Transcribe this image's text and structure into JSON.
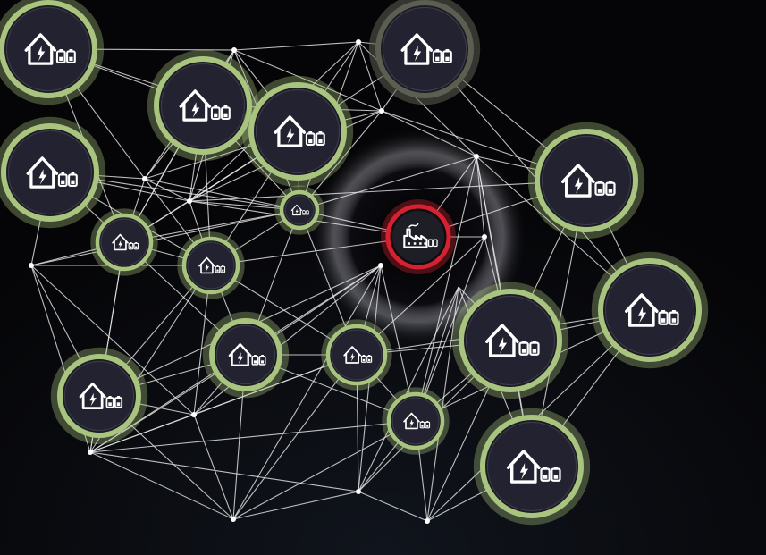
{
  "diagram": {
    "type": "network",
    "colors": {
      "background": "#050507",
      "edge": "#e6e6e6",
      "home_ring": "#a9c47f",
      "home_ring_dim": "#5c5e52",
      "plant_ring": "#d62230",
      "node_fill": "#1b1b24",
      "icon": "#ffffff",
      "dot": "#ffffff"
    },
    "central_node": {
      "id": "plant",
      "icon": "factory-icon",
      "status": "alert"
    },
    "nodes": [
      {
        "id": "h1",
        "icon": "home-battery-icon",
        "size": "large"
      },
      {
        "id": "h2",
        "icon": "home-battery-icon",
        "size": "large",
        "status": "dim"
      },
      {
        "id": "h3",
        "icon": "home-battery-icon",
        "size": "large"
      },
      {
        "id": "h4",
        "icon": "home-battery-icon",
        "size": "large"
      },
      {
        "id": "h5",
        "icon": "home-battery-icon",
        "size": "large"
      },
      {
        "id": "h6",
        "icon": "home-battery-icon",
        "size": "large"
      },
      {
        "id": "h7",
        "icon": "home-battery-icon",
        "size": "small"
      },
      {
        "id": "h8",
        "icon": "home-battery-icon",
        "size": "small"
      },
      {
        "id": "h9",
        "icon": "home-battery-icon",
        "size": "small"
      },
      {
        "id": "h10",
        "icon": "home-battery-icon",
        "size": "large"
      },
      {
        "id": "h11",
        "icon": "home-battery-icon",
        "size": "small"
      },
      {
        "id": "h12",
        "icon": "home-battery-icon",
        "size": "large"
      },
      {
        "id": "h13",
        "icon": "home-battery-icon",
        "size": "large"
      },
      {
        "id": "h14",
        "icon": "home-battery-icon",
        "size": "large"
      },
      {
        "id": "h15",
        "icon": "home-battery-icon",
        "size": "small"
      },
      {
        "id": "h16",
        "icon": "home-battery-icon",
        "size": "large"
      },
      {
        "id": "h17",
        "icon": "home-battery-icon",
        "size": "large"
      }
    ],
    "junctions": [
      "d1",
      "d2",
      "d3",
      "d4",
      "d5",
      "d6",
      "d7",
      "d8",
      "d9",
      "d10",
      "d11",
      "d12",
      "d13",
      "d14"
    ],
    "edges": [
      [
        "h1",
        "d1"
      ],
      [
        "h1",
        "h4"
      ],
      [
        "h1",
        "h5"
      ],
      [
        "h1",
        "d4"
      ],
      [
        "h1",
        "h7"
      ],
      [
        "d1",
        "d2"
      ],
      [
        "d1",
        "h4"
      ],
      [
        "d1",
        "h5"
      ],
      [
        "d1",
        "d4"
      ],
      [
        "d1",
        "d5"
      ],
      [
        "d1",
        "h9"
      ],
      [
        "d1",
        "h7"
      ],
      [
        "d1",
        "d3"
      ],
      [
        "d2",
        "h2"
      ],
      [
        "d2",
        "d3"
      ],
      [
        "d2",
        "h5"
      ],
      [
        "d2",
        "h9"
      ],
      [
        "d2",
        "d5"
      ],
      [
        "d2",
        "d7"
      ],
      [
        "h2",
        "d3"
      ],
      [
        "h2",
        "d5"
      ],
      [
        "h2",
        "h6"
      ],
      [
        "h2",
        "h12"
      ],
      [
        "d3",
        "h5"
      ],
      [
        "d3",
        "h9"
      ],
      [
        "d3",
        "d5"
      ],
      [
        "d3",
        "h6"
      ],
      [
        "d3",
        "h4"
      ],
      [
        "h4",
        "h5"
      ],
      [
        "h4",
        "d4"
      ],
      [
        "h4",
        "h7"
      ],
      [
        "h4",
        "h8"
      ],
      [
        "h4",
        "h9"
      ],
      [
        "h4",
        "d5"
      ],
      [
        "h5",
        "h9"
      ],
      [
        "h5",
        "d5"
      ],
      [
        "h5",
        "d4"
      ],
      [
        "h5",
        "h8"
      ],
      [
        "h5",
        "h7"
      ],
      [
        "h3",
        "d4"
      ],
      [
        "h3",
        "h7"
      ],
      [
        "h3",
        "d6"
      ],
      [
        "h3",
        "h8"
      ],
      [
        "h3",
        "h9"
      ],
      [
        "h3",
        "d5"
      ],
      [
        "d4",
        "h7"
      ],
      [
        "d4",
        "d5"
      ],
      [
        "d4",
        "h9"
      ],
      [
        "d4",
        "h8"
      ],
      [
        "h9",
        "d5"
      ],
      [
        "h9",
        "plant"
      ],
      [
        "h9",
        "h8"
      ],
      [
        "h9",
        "d7"
      ],
      [
        "h9",
        "h7"
      ],
      [
        "h9",
        "h11"
      ],
      [
        "h9",
        "d6"
      ],
      [
        "h9",
        "h10"
      ],
      [
        "d5",
        "h7"
      ],
      [
        "d5",
        "h8"
      ],
      [
        "d5",
        "h6"
      ],
      [
        "d5",
        "plant"
      ],
      [
        "h7",
        "d6"
      ],
      [
        "h7",
        "h8"
      ],
      [
        "h7",
        "h13"
      ],
      [
        "h7",
        "h10"
      ],
      [
        "h7",
        "d10"
      ],
      [
        "d6",
        "h8"
      ],
      [
        "d6",
        "h13"
      ],
      [
        "d6",
        "d9"
      ],
      [
        "d6",
        "d10"
      ],
      [
        "h8",
        "plant"
      ],
      [
        "h8",
        "h10"
      ],
      [
        "h8",
        "h11"
      ],
      [
        "h8",
        "h13"
      ],
      [
        "h8",
        "d10"
      ],
      [
        "h8",
        "d9"
      ],
      [
        "plant",
        "h6"
      ],
      [
        "plant",
        "d7"
      ],
      [
        "plant",
        "d8"
      ],
      [
        "d7",
        "h6"
      ],
      [
        "d7",
        "h12"
      ],
      [
        "d7",
        "h14"
      ],
      [
        "d7",
        "h15"
      ],
      [
        "d7",
        "h16"
      ],
      [
        "d7",
        "d8"
      ],
      [
        "d7",
        "d3"
      ],
      [
        "h6",
        "h14"
      ],
      [
        "h6",
        "h12"
      ],
      [
        "h6",
        "h16"
      ],
      [
        "d8",
        "h14"
      ],
      [
        "d8",
        "h11"
      ],
      [
        "d8",
        "h15"
      ],
      [
        "h10",
        "h11"
      ],
      [
        "h10",
        "h13"
      ],
      [
        "h10",
        "d10"
      ],
      [
        "h10",
        "d11"
      ],
      [
        "h10",
        "d9"
      ],
      [
        "h10",
        "d12"
      ],
      [
        "h10",
        "h15"
      ],
      [
        "h11",
        "h14"
      ],
      [
        "h11",
        "h15"
      ],
      [
        "h11",
        "d10"
      ],
      [
        "h11",
        "d11"
      ],
      [
        "h11",
        "d13"
      ],
      [
        "h11",
        "d12"
      ],
      [
        "h11",
        "h12"
      ],
      [
        "h11",
        "d9"
      ],
      [
        "h12",
        "h14"
      ],
      [
        "h12",
        "h16"
      ],
      [
        "h12",
        "d14"
      ],
      [
        "h12",
        "h15"
      ],
      [
        "h13",
        "d10"
      ],
      [
        "h13",
        "d9"
      ],
      [
        "h13",
        "d11"
      ],
      [
        "h13",
        "d12"
      ],
      [
        "d9",
        "d10"
      ],
      [
        "d9",
        "d11"
      ],
      [
        "d9",
        "d12"
      ],
      [
        "d10",
        "d12"
      ],
      [
        "d10",
        "d11"
      ],
      [
        "d10",
        "h15"
      ],
      [
        "d10",
        "d13"
      ],
      [
        "h14",
        "h15"
      ],
      [
        "h14",
        "h16"
      ],
      [
        "h14",
        "d13"
      ],
      [
        "h14",
        "d14"
      ],
      [
        "h14",
        "h17"
      ],
      [
        "h15",
        "h17"
      ],
      [
        "h15",
        "d11"
      ],
      [
        "h15",
        "d13"
      ],
      [
        "h15",
        "d12"
      ],
      [
        "h15",
        "d14"
      ],
      [
        "h16",
        "h17"
      ],
      [
        "h16",
        "d14"
      ],
      [
        "h17",
        "d13"
      ],
      [
        "h17",
        "d14"
      ],
      [
        "d11",
        "d12"
      ],
      [
        "d11",
        "d13"
      ],
      [
        "d12",
        "d13"
      ],
      [
        "d13",
        "d14"
      ]
    ]
  }
}
